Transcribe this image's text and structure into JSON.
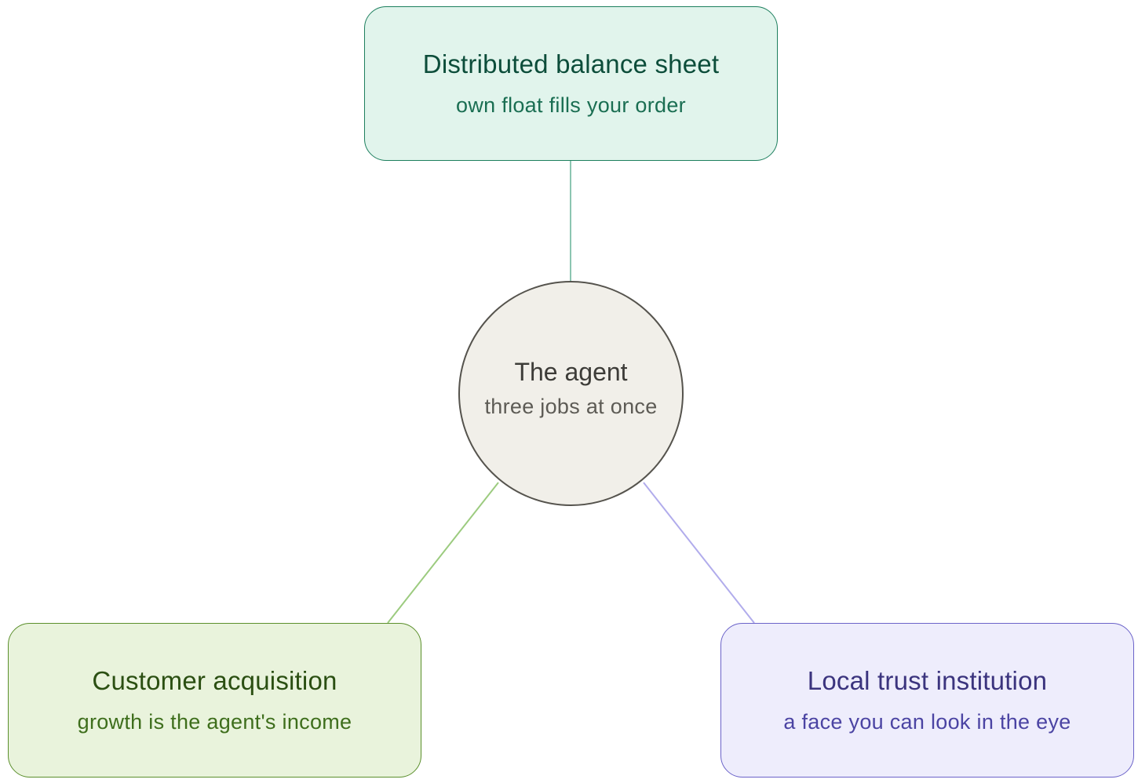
{
  "center": {
    "title": "The agent",
    "subtitle": "three jobs at once"
  },
  "nodes": {
    "top": {
      "title": "Distributed balance sheet",
      "subtitle": "own float fills your order"
    },
    "left": {
      "title": "Customer acquisition",
      "subtitle": "growth is the agent's income"
    },
    "right": {
      "title": "Local trust institution",
      "subtitle": "a face you can look in the eye"
    }
  },
  "colors": {
    "top_accent": "#1d7f5e",
    "left_accent": "#5b8f2c",
    "right_accent": "#6b63c9",
    "center_fill": "#f1efe9"
  }
}
